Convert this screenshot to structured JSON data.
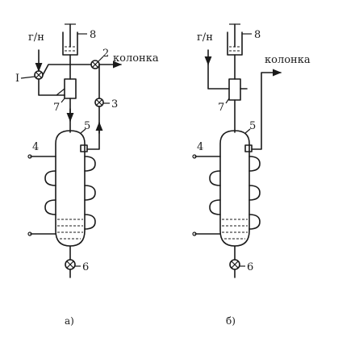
{
  "diagrams": [
    {
      "caption": "а)",
      "labels": {
        "gas_inlet": "г/н",
        "outlet": "колонка",
        "valve_1": "I",
        "valve_2": "2",
        "valve_3": "3",
        "pipe_4": "4",
        "vessel_5": "5",
        "valve_6": "6",
        "block_7": "7",
        "reservoir_8": "8"
      }
    },
    {
      "caption": "б)",
      "labels": {
        "gas_inlet": "г/н",
        "outlet": "колонка",
        "pipe_4": "4",
        "vessel_5": "5",
        "valve_6": "6",
        "block_7": "7",
        "reservoir_8": "8"
      }
    }
  ]
}
